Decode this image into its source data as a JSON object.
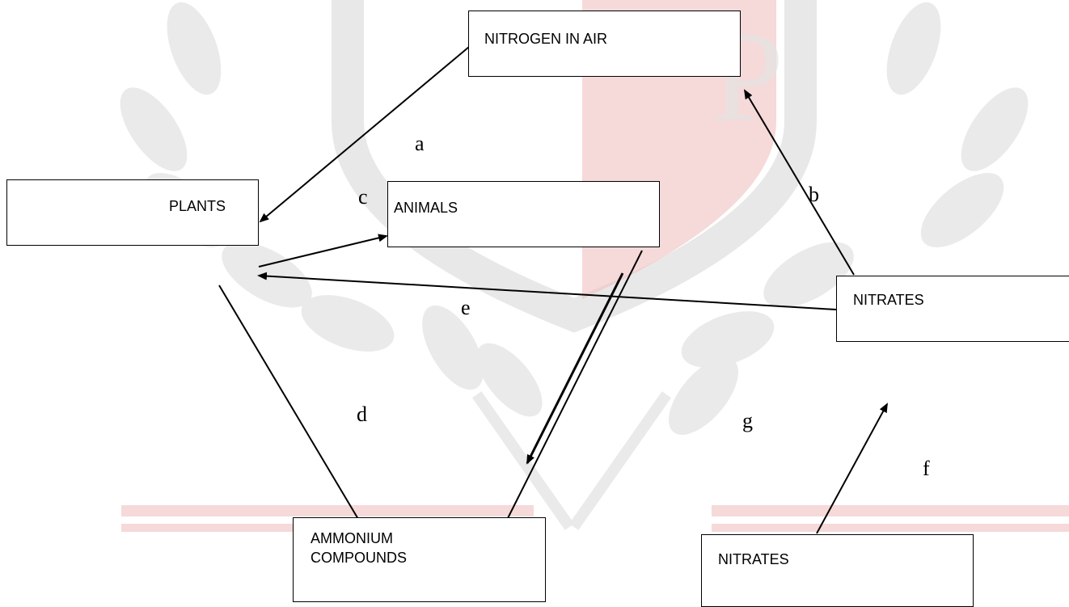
{
  "colors": {
    "watermark_gray": "#c8c8c8",
    "watermark_red": "#ebb3b3",
    "stroke": "#000000",
    "background": "#ffffff"
  },
  "watermark": {
    "description_icon": "laurel-crest-watermark-icon"
  },
  "boxes": {
    "nitrogen_in_air": "NITROGEN IN AIR",
    "plants": "PLANTS",
    "animals": "ANIMALS",
    "nitrates_right": "NITRATES",
    "ammonium_compounds": "AMMONIUM\nCOMPOUNDS",
    "nitrates_bottom": "NITRATES"
  },
  "arrow_labels": {
    "a": "a",
    "b": "b",
    "c": "c",
    "d": "d",
    "e": "e",
    "f": "f",
    "g": "g"
  }
}
